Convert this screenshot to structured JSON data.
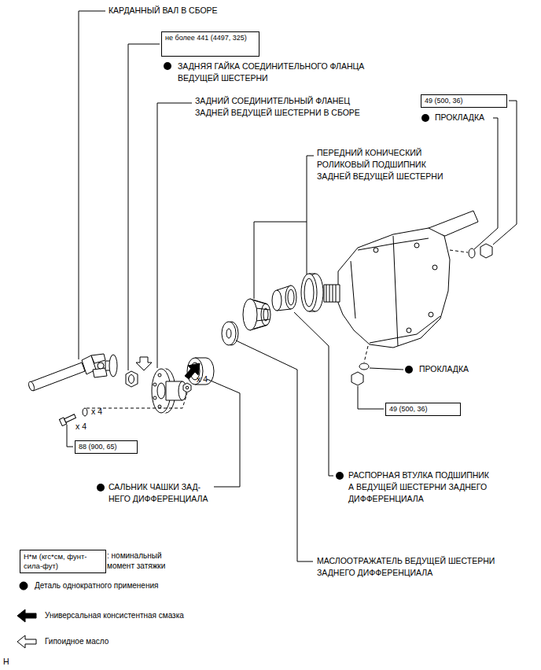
{
  "diagram": {
    "nodes": [
      {
        "text": [
          "не более 441 (4497, 325)"
        ]
      },
      {
        "text": [
          "49 (500, 36)"
        ]
      },
      {
        "text": [
          "49 (500, 36)"
        ]
      },
      {
        "text": [
          "88 (900, 65)"
        ]
      },
      {
        "text": [
          "Н*м (кгс*см, фунт-сила-фут)"
        ]
      }
    ],
    "labels": [
      "КАРДАННЫЙ ВАЛ В СБОРЕ",
      "ЗАДНЯЯ ГАЙКА СОЕДИНИТЕЛЬНОГО ФЛАНЦА ВЕДУЩЕЙ ШЕСТЕРНИ",
      "ЗАДНИЙ СОЕДИНИТЕЛЬНЫЙ ФЛАНЕЦ ЗАДНЕЙ ВЕДУЩЕЙ ШЕСТЕРНИ В СБОРЕ",
      "ПРОКЛАДКА",
      "ПЕРЕДНИЙ КОНИЧЕСКИЙ РОЛИКОВЫЙ ПОДШИПНИК ЗАДНЕЙ ВЕДУЩЕЙ ШЕСТЕРНИ",
      "ПРОКЛАДКА",
      "x 4",
      "x 4",
      "x 4",
      "САЛЬНИК ЧАШКИ ЗАД- НЕГО ДИФФЕРЕНЦИАЛА",
      "РАСПОРНАЯ ВТУЛКА ПОДШИПНИК А ВЕДУЩЕЙ ШЕСТЕРНИ ЗАДНЕГО ДИФФЕРЕНЦИАЛА",
      "МАСЛООТРАЖАТЕЛЬ ВЕДУЩЕЙ ШЕСТЕРНИ ЗАДНЕГО ДИФФЕРЕНЦИАЛА",
      "H"
    ],
    "legend": [
      {
        "text": ": номинальный момент затяжки"
      },
      {
        "text": "Деталь однократного применения"
      },
      {
        "text": "Универсальная консистентная смазка"
      },
      {
        "text": "Гипоидное масло"
      }
    ]
  }
}
